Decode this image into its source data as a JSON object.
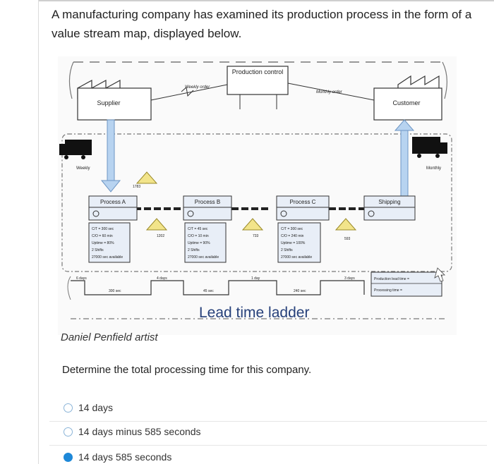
{
  "question": {
    "text": "A manufacturing company has examined its production process in the form of a value stream map, displayed below."
  },
  "diagram": {
    "production_control": "Production control",
    "supplier": "Supplier",
    "customer": "Customer",
    "weekly_order": "Weekly order",
    "monthly_order": "Monthly order",
    "weekly": "Weekly",
    "monthly": "Monthly",
    "processes": [
      {
        "name": "Process A",
        "ct": "C/T = 300 sec",
        "co": "C/O = 60 min",
        "uptime": "Uptime = 80%",
        "shifts": "2 Shifts",
        "avail": "27000 sec available"
      },
      {
        "name": "Process B",
        "ct": "C/T = 45 sec",
        "co": "C/O = 10 min",
        "uptime": "Uptime = 90%",
        "shifts": "2 Shifts",
        "avail": "27000 sec available"
      },
      {
        "name": "Process C",
        "ct": "C/T = 300 sec",
        "co": "C/O = 240 min",
        "uptime": "Uptime = 100%",
        "shifts": "2 Shifts",
        "avail": "27000 sec available"
      },
      {
        "name": "Shipping"
      }
    ],
    "inventory": [
      "1783",
      "1202",
      "733",
      "593"
    ],
    "ladder_days": [
      "6 days",
      "4 days",
      "1 day",
      "3 days"
    ],
    "ladder_secs": [
      "300 sec",
      "45 sec",
      "240 sec"
    ],
    "production_lead_time": "Production lead time =",
    "processing_time": "Processing time =",
    "lead_time_ladder": "Lead time ladder"
  },
  "artist": "Daniel Penfield artist",
  "prompt": "Determine the total processing time for this company.",
  "options": [
    {
      "label": "14 days",
      "selected": false
    },
    {
      "label": "14 days minus 585 seconds",
      "selected": false
    },
    {
      "label": "14 days 585 seconds",
      "selected": true
    }
  ]
}
